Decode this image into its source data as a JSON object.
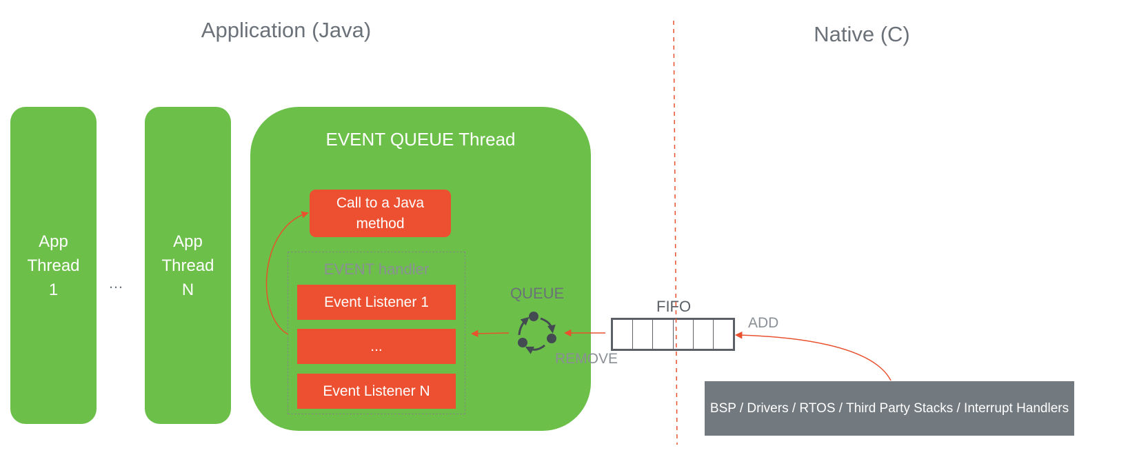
{
  "sections": {
    "application_title": "Application (Java)",
    "native_title": "Native (C)"
  },
  "app_threads": {
    "thread_1_label": "App\nThread\n1",
    "separator": "…",
    "thread_n_label": "App\nThread\nN"
  },
  "event_queue": {
    "title": "EVENT QUEUE Thread",
    "java_call": "Call to a Java method",
    "handler_title": "EVENT handler",
    "listeners": [
      "Event Listener 1",
      "...",
      "Event Listener N"
    ],
    "queue_label": "QUEUE",
    "remove_label": "REMOVE"
  },
  "fifo": {
    "label": "FIFO",
    "add_label": "ADD"
  },
  "native": {
    "stack_label": "BSP / Drivers / RTOS / Third Party Stacks / Interrupt Handlers"
  },
  "colors": {
    "thread_green": "#6cc04a",
    "listener_red": "#ec5030",
    "native_grey": "#727a80",
    "arrow_red": "#e8502e",
    "text_grey": "#6b7178"
  }
}
